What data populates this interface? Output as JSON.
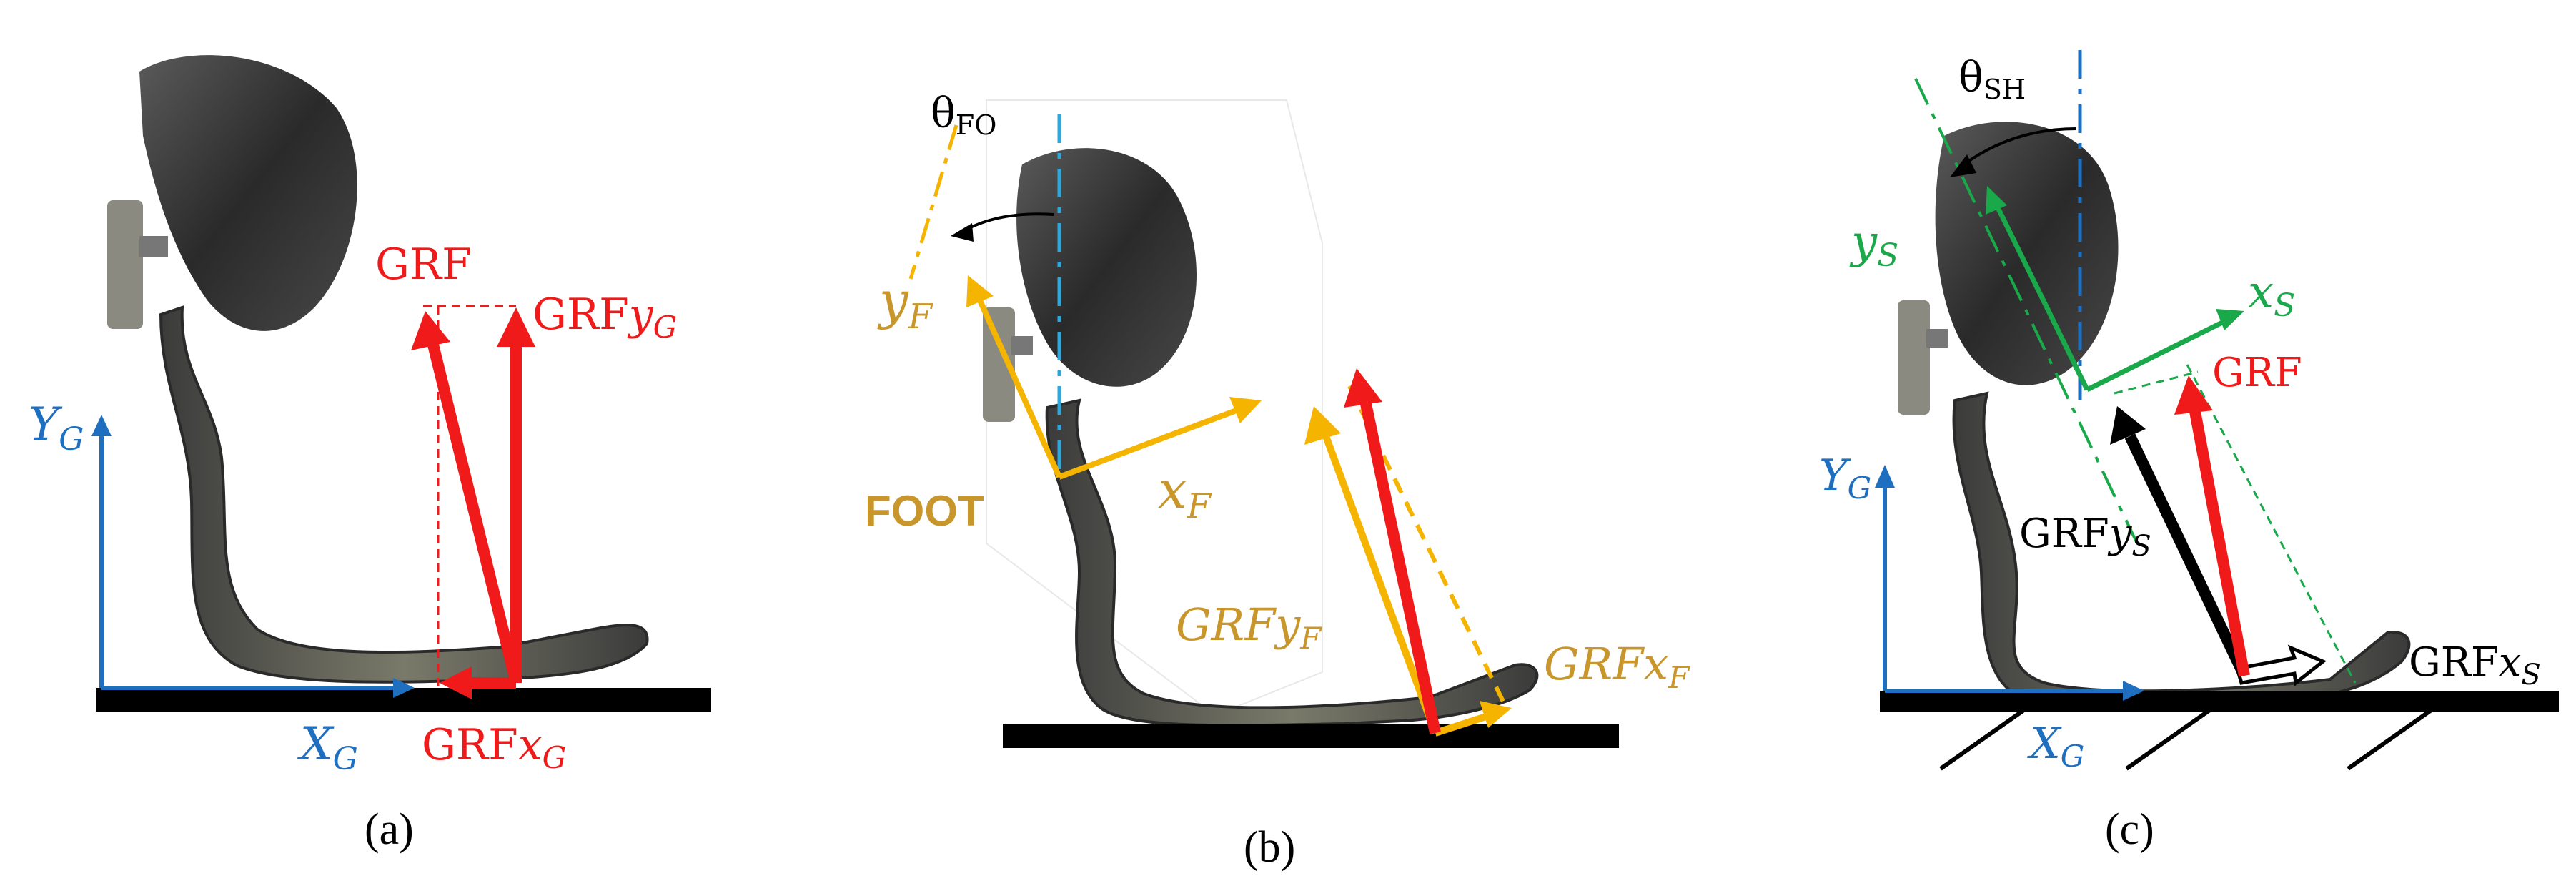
{
  "panels": [
    {
      "caption": "(a)",
      "labels": {
        "grf": "GRF",
        "grf_y_prefix": "GRF",
        "grf_y_var": "y",
        "grf_y_sub": "G",
        "grf_x_prefix": "GRF",
        "grf_x_var": "x",
        "grf_x_sub": "G",
        "axis_y_var": "Y",
        "axis_y_sub": "G",
        "axis_x_var": "X",
        "axis_x_sub": "G"
      }
    },
    {
      "caption": "(b)",
      "labels": {
        "theta": "θ",
        "theta_sub": "FO",
        "yf_var": "y",
        "yf_sub": "F",
        "xf_var": "x",
        "xf_sub": "F",
        "foot": "FOOT",
        "grfy_prefix": "GRF",
        "grfy_var": "y",
        "grfy_sub": "F",
        "grfx_prefix": "GRF",
        "grfx_var": "x",
        "grfx_sub": "F"
      }
    },
    {
      "caption": "(c)",
      "labels": {
        "theta": "θ",
        "theta_sub": "SH",
        "ys_var": "y",
        "ys_sub": "S",
        "xs_var": "x",
        "xs_sub": "S",
        "grf": "GRF",
        "grfy_prefix": "GRF",
        "grfy_var": "y",
        "grfy_sub": "S",
        "grfx_prefix": "GRF",
        "grfx_var": "x",
        "grfx_sub": "S",
        "axis_y_var": "Y",
        "axis_y_sub": "G",
        "axis_x_var": "X",
        "axis_x_sub": "G"
      }
    }
  ],
  "colors": {
    "red": "#f01a1a",
    "blue": "#1f6fc0",
    "gold": "#f5b400",
    "gold_text": "#c8962a",
    "cyan": "#29a9df",
    "green": "#19a84a",
    "black": "#000000",
    "prosthesis": "#3a3a3a"
  }
}
